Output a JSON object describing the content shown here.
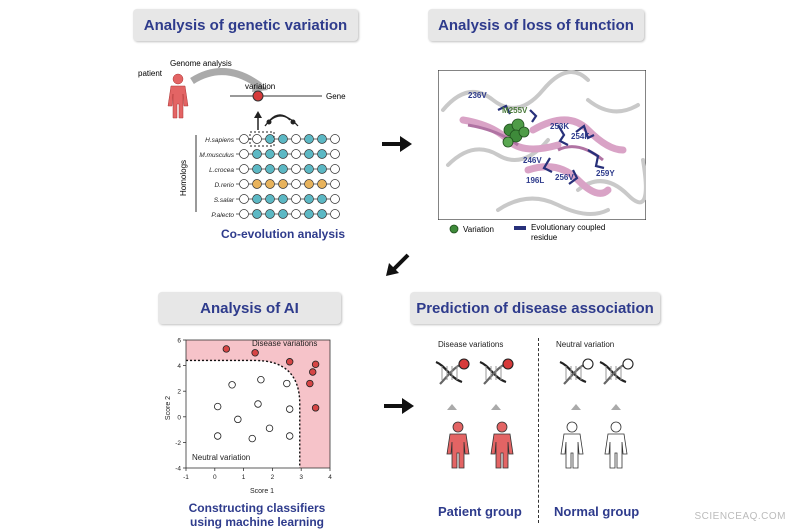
{
  "panels": {
    "genetic": {
      "title": "Analysis of genetic variation",
      "genome_analysis": "Genome analysis",
      "patient": "patient",
      "variation": "variation",
      "gene": "Gene",
      "homologs_label": "Homologs",
      "species": [
        "H.sapiens",
        "M.musculus",
        "L.crocea",
        "D.rerio",
        "S.salar",
        "P.alecto"
      ],
      "caption": "Co-evolution analysis"
    },
    "loss": {
      "title": "Analysis of loss of function",
      "residues": [
        "236V",
        "M255V",
        "253K",
        "254F",
        "246V",
        "196L",
        "256V",
        "259Y"
      ],
      "legend_variation": "Variation",
      "legend_coupled_1": "Evolutionary coupled",
      "legend_coupled_2": "residue"
    },
    "ai": {
      "title": "Analysis of AI",
      "disease_label": "Disease variations",
      "neutral_label": "Neutral variation",
      "caption_1": "Constructing classifiers",
      "caption_2": "using machine learning"
    },
    "prediction": {
      "title": "Prediction of disease association",
      "disease_variations": "Disease variations",
      "neutral_variation": "Neutral variation",
      "patient_group": "Patient group",
      "normal_group": "Normal group"
    }
  },
  "chart_data": {
    "type": "scatter",
    "xlabel": "Score 1",
    "ylabel": "Score 2",
    "xlim": [
      -1,
      4
    ],
    "ylim": [
      -4,
      6
    ],
    "xticks": [
      "-1",
      "0",
      "1",
      "2",
      "3",
      "4"
    ],
    "yticks": [
      "-4",
      "-2",
      "0",
      "2",
      "4",
      "6"
    ],
    "series": [
      {
        "name": "Disease variations",
        "color": "#d64545",
        "points": [
          [
            0.4,
            5.3
          ],
          [
            1.4,
            5.0
          ],
          [
            2.6,
            4.3
          ],
          [
            3.5,
            4.1
          ],
          [
            3.3,
            2.6
          ],
          [
            3.5,
            0.7
          ],
          [
            3.4,
            3.5
          ]
        ]
      },
      {
        "name": "Neutral variation",
        "color": "#ffffff",
        "points": [
          [
            0.6,
            2.5
          ],
          [
            1.6,
            2.9
          ],
          [
            2.5,
            2.6
          ],
          [
            0.1,
            0.8
          ],
          [
            1.5,
            1.0
          ],
          [
            0.8,
            -0.2
          ],
          [
            2.6,
            0.6
          ],
          [
            1.9,
            -0.9
          ],
          [
            0.1,
            -1.5
          ],
          [
            1.3,
            -1.7
          ],
          [
            2.6,
            -1.5
          ]
        ]
      }
    ]
  },
  "colors": {
    "title_text": "#2e3b8c",
    "title_bg": "#e7e7e7",
    "patient_red": "#e36464",
    "teal": "#5cb8c4",
    "orange": "#e8b35c",
    "green": "#3e8a3a",
    "disease_region": "#f6c3c9"
  },
  "watermark": "SCIENCEAQ.COM"
}
